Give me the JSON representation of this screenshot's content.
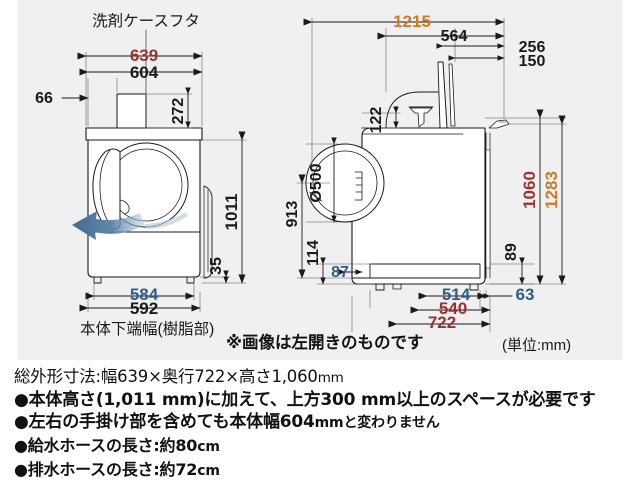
{
  "colors": {
    "background": "#ffffff",
    "panel": "#f0f0f0",
    "line": "#1a1a1a",
    "red": "#9e3032",
    "orange": "#cd7b28",
    "blue": "#2f5e8c",
    "arrow_blue": "#4a7399",
    "text": "#111111"
  },
  "units_note": "(単位:mm)",
  "door_note": "※画像は左開きのものです",
  "front_view": {
    "title_label": "洗剤ケースフタ",
    "bottom_label": "本体下端幅(樹脂部)",
    "dimensions": {
      "overall_width": "639",
      "body_width": "604",
      "left_offset": "66",
      "dispenser_height": "272",
      "body_height": "1011",
      "foot_height": "35",
      "base_width_inner": "584",
      "base_width_outer": "592"
    }
  },
  "side_view": {
    "dimensions": {
      "depth_with_door_open": "1215",
      "lid_open_reach": "564",
      "lid_upper_a": "256",
      "lid_upper_b": "150",
      "lid_height": "122",
      "drum_diameter": "Ø500",
      "drum_center_height": "913",
      "base_front_height": "114",
      "base_front_depth": "87",
      "total_height_with_lid": "1283",
      "body_height": "1060",
      "rear_foot_height": "89",
      "base_depth_inner": "514",
      "rear_offset": "63",
      "base_depth_mid": "540",
      "overall_depth": "722"
    }
  },
  "spec_text": {
    "line1_a": "総外形寸法:幅639",
    "line1_x1": "×",
    "line1_b": "奥行722",
    "line1_x2": "×",
    "line1_c": "高さ1,060",
    "line1_unit": "mm",
    "line2": "●本体高さ(1,011 mm)に加えて、上方300 mm以上のスペースが必要です",
    "line3_a": "●左右の手掛け部を含めても本体幅604",
    "line3_b": "mmと変わりません",
    "line4_a": "●給水ホースの長さ:約80",
    "line4_b": "cm",
    "line5_a": "●排水ホースの長さ:約72",
    "line5_b": "cm"
  }
}
